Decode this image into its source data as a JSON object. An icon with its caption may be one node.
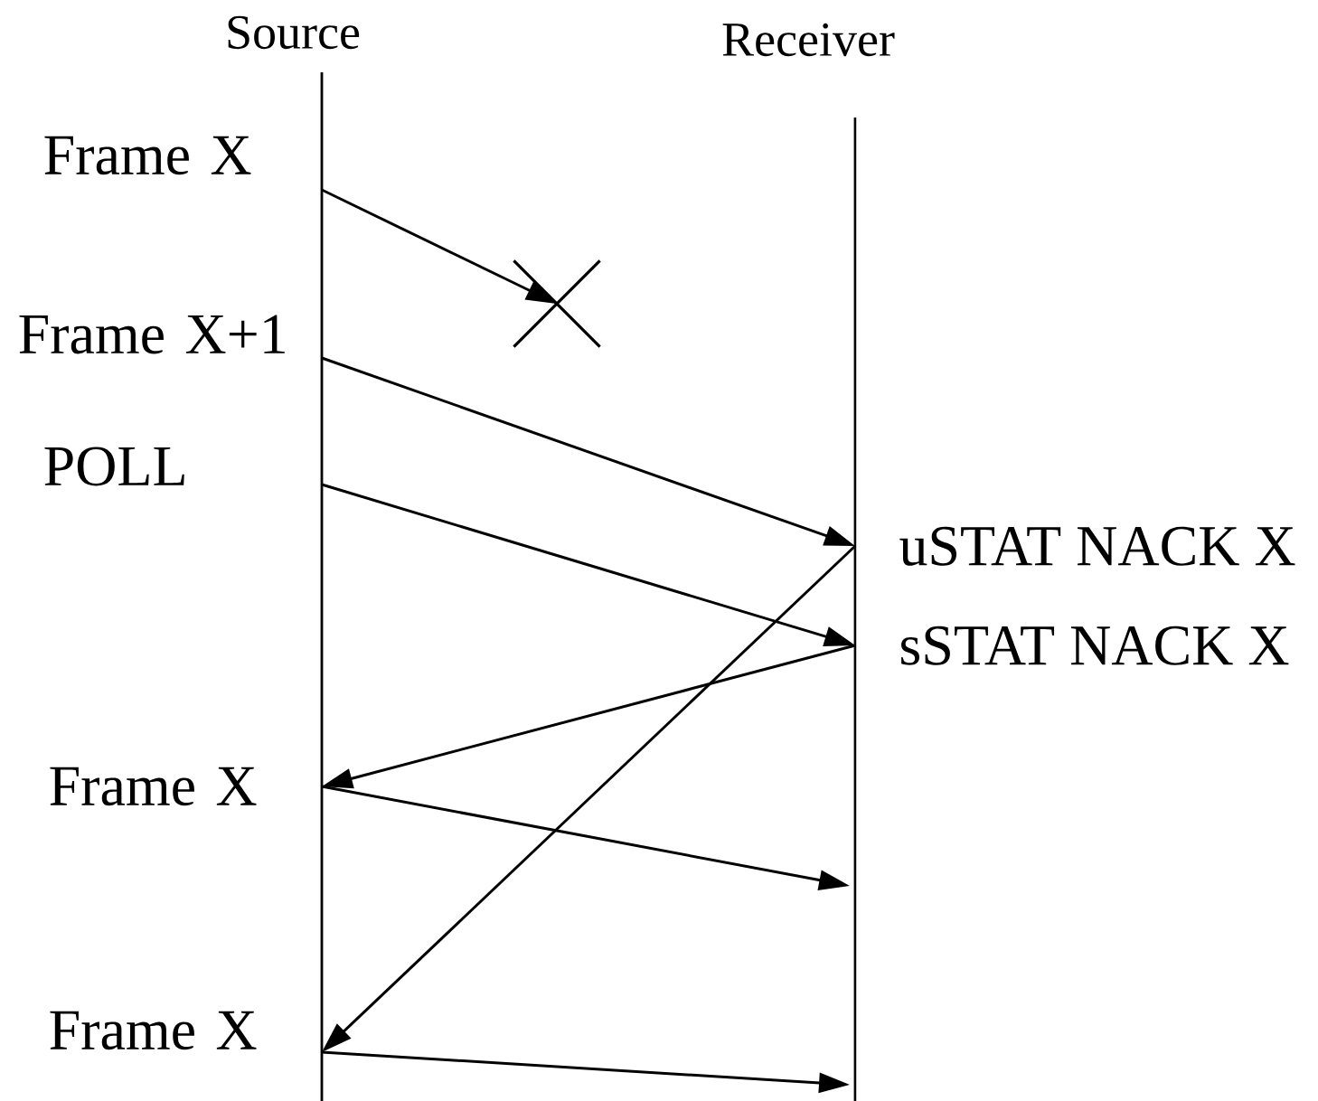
{
  "diagram": {
    "nodes": [
      {
        "text": [
          "Source"
        ]
      },
      {
        "text": [
          "Receiver"
        ]
      },
      {
        "text": [
          "Frame X"
        ]
      },
      {
        "text": [],
        "shape": "cross"
      },
      {
        "text": [
          "Frame X+1"
        ]
      },
      {
        "text": [
          "POLL"
        ]
      },
      {
        "text": [
          "uSTAT NACK X"
        ]
      },
      {
        "text": [
          "sSTAT NACK X"
        ]
      },
      {
        "text": [
          "Frame X"
        ]
      },
      {
        "text": [
          "Frame X"
        ]
      }
    ],
    "edges": [
      {
        "from": 2,
        "to": 3,
        "arrow": "to"
      },
      {
        "from": 4,
        "to": 6,
        "arrow": "to"
      },
      {
        "from": 5,
        "to": 7,
        "arrow": "to"
      },
      {
        "from": 6,
        "to": 9,
        "arrow": "to"
      },
      {
        "from": 7,
        "to": 8,
        "arrow": "to"
      },
      {
        "from": 8,
        "to": null,
        "arrow": "to"
      },
      {
        "from": 9,
        "to": null,
        "arrow": "to"
      }
    ]
  }
}
